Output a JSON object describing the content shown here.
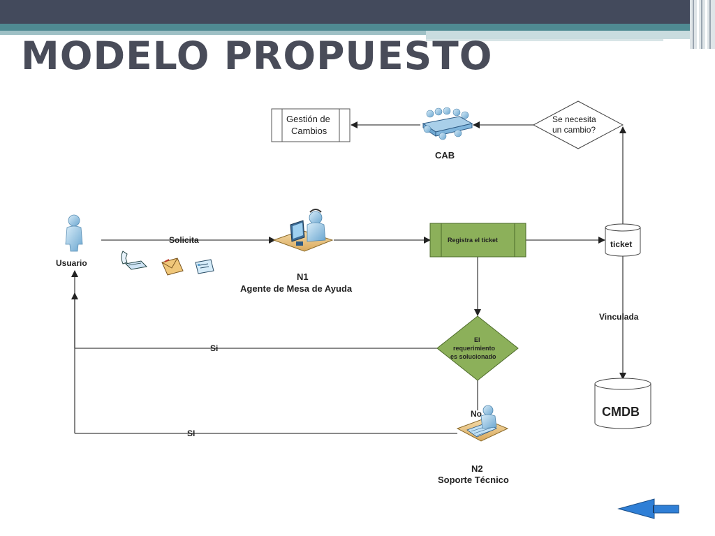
{
  "title": "MODELO PROPUESTO",
  "nodes": {
    "usuario": "Usuario",
    "solicita": "Solicita",
    "n1_line1": "N1",
    "n1_line2": "Agente de Mesa de Ayuda",
    "registra": "Registra el ticket",
    "ticket": "ticket",
    "vinculada": "Vinculada",
    "cmdb": "CMDB",
    "decision_cambio_line1": "Se necesita",
    "decision_cambio_line2": "un cambio?",
    "cab": "CAB",
    "gestion_line1": "Gestión de",
    "gestion_line2": "Cambios",
    "req_line1": "El",
    "req_line2": "requerimiento",
    "req_line3": "es solucionado",
    "si": "Si",
    "si_upper": "SI",
    "no": "No",
    "n2_line1": "N2",
    "n2_line2": "Soporte Técnico"
  },
  "colors": {
    "header": "#434a5c",
    "teal": "#4f8a92",
    "green": "#8cb05a",
    "title": "#494c59",
    "arrow_blue": "#2f7fd6"
  }
}
